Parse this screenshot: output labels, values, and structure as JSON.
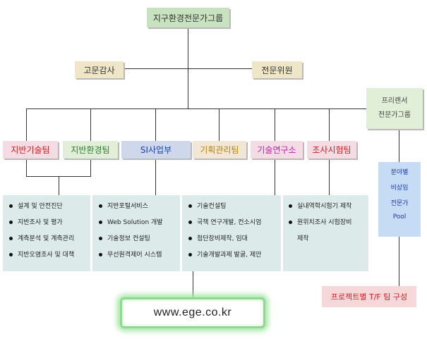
{
  "colors": {
    "top": "#c8e2c0",
    "advisory": "#efe6c8",
    "freelancer": "#e2efd8",
    "dept_ground": "#f5dbe4",
    "dept_env": "#e2efd8",
    "dept_si": "#cfd8ea",
    "dept_plan": "#f2e6d6",
    "dept_lab": "#f5dbe4",
    "dept_survey": "#f5dbe4",
    "panel": "#dcebea",
    "pool": "#c6dbf4",
    "project": "#f6d8da"
  },
  "top_node": "지구환경전문가그룹",
  "advisory": {
    "left": "고문감사",
    "right": "전문위원"
  },
  "freelancer": {
    "line1": "프리랜서",
    "line2": "전문가그룹"
  },
  "departments": [
    {
      "label": "지반기술팀",
      "color": "#d02020"
    },
    {
      "label": "지반환경팀",
      "color": "#2e7d32"
    },
    {
      "label": "SI사업부",
      "color": "#1a3fb0"
    },
    {
      "label": "기획관리팀",
      "color": "#b8860b"
    },
    {
      "label": "기술연구소",
      "color": "#c020b0"
    },
    {
      "label": "조사시험팀",
      "color": "#d02020"
    }
  ],
  "panels": [
    {
      "items": [
        "설계 및 안전진단",
        "지반조사 및 평가",
        "계측분석 및 계측관리",
        "지반오염조사 및 대책"
      ]
    },
    {
      "items": [
        "지반포털서비스",
        "Web Solution 개발",
        "기술정보 컨설팅",
        "무선원격제어 시스템"
      ]
    },
    {
      "items": [
        "기술컨설팅",
        "국책 연구개발, 컨소시엄",
        "첨단장비제작, 임대",
        "기술개발과제 발굴, 제안"
      ]
    },
    {
      "items": [
        "실내역학시험기 제작",
        "원위치조사 시험장비",
        "제작"
      ]
    }
  ],
  "pool": {
    "line1": "분야별",
    "line2": "비상임",
    "line3": "전문가",
    "line4": "Pool"
  },
  "project_team": "프로젝트별 T/F 팀 구성",
  "website": "www.ege.co.kr"
}
